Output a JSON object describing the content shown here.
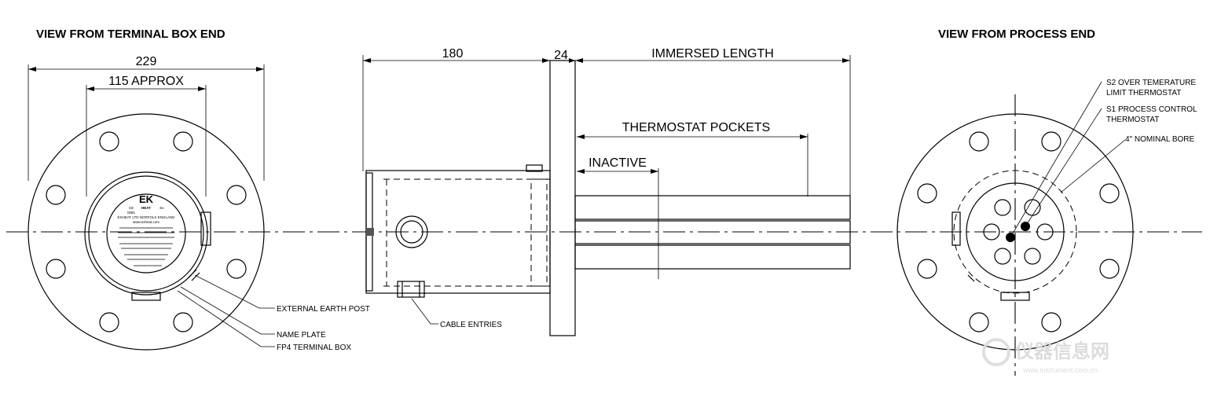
{
  "views": {
    "left_title": "VIEW FROM TERMINAL BOX END",
    "right_title": "VIEW FROM PROCESS END"
  },
  "dimensions": {
    "flange_diameter": "229",
    "terminal_box": "115 APPROX",
    "body_length": "180",
    "flange_thickness": "24",
    "immersed_length": "IMMERSED LENGTH",
    "thermostat_pockets": "THERMOSTAT POCKETS",
    "inactive": "INACTIVE"
  },
  "callouts": {
    "earth_post": "EXTERNAL EARTH POST",
    "name_plate": "NAME PLATE",
    "terminal_box": "FP4 TERMINAL BOX",
    "cable_entries": "CABLE ENTRIES",
    "s2_line1": "S2 OVER TEMERATURE",
    "s2_line2": "LIMIT THERMOSTAT",
    "s1_line1": "S1 PROCESS CONTROL",
    "s1_line2": "THERMOSTAT",
    "bore": "4\" NOMINAL BORE"
  },
  "nameplate": {
    "brand": "EK",
    "brand_sub": "HEAT",
    "company": "EXHEAT LTD NORFOLK ENGLAND",
    "web": "www.exheat.com",
    "code": "0081",
    "ce_mark": "CE",
    "ex_mark": "Ex"
  },
  "watermark": {
    "text": "仪器信息网",
    "url": "www.instrument.com.cn"
  }
}
